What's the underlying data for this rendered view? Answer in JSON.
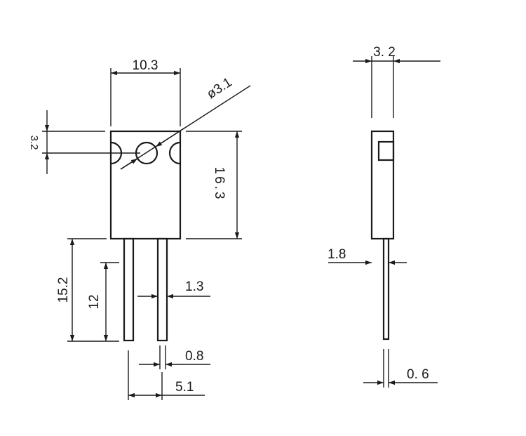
{
  "diagram": {
    "front_view": {
      "width_label": "10.3",
      "hole_diameter_label": "ø3.1",
      "hole_offset_label": "3.2",
      "body_height_label": "16.3",
      "lead_length_total_label": "15.2",
      "lead_length_label": "12",
      "lead_width_label": "1.3",
      "lead_thickness_label": "0.8",
      "lead_pitch_label": "5.1"
    },
    "side_view": {
      "thickness_label": "3. 2",
      "lead_offset_label": "1.8",
      "lead_thickness_label": "0. 6"
    }
  }
}
